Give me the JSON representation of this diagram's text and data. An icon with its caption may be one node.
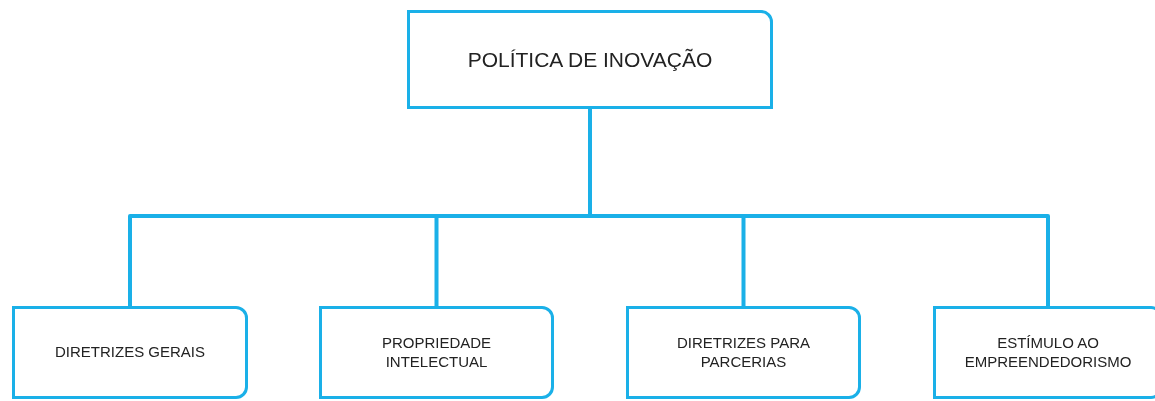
{
  "diagram": {
    "nodes": [
      {
        "text": [
          "POLÍTICA DE INOVAÇÃO"
        ]
      },
      {
        "text": [
          "DIRETRIZES GERAIS"
        ]
      },
      {
        "text": [
          "PROPRIEDADE INTELECTUAL"
        ]
      },
      {
        "text": [
          "DIRETRIZES PARA PARCERIAS"
        ]
      },
      {
        "text": [
          "ESTÍMULO AO EMPREENDEDORISMO"
        ]
      }
    ],
    "edges": [
      {
        "from": 0,
        "to": 1,
        "arrow": "none"
      },
      {
        "from": 0,
        "to": 2,
        "arrow": "none"
      },
      {
        "from": 0,
        "to": 3,
        "arrow": "none"
      },
      {
        "from": 0,
        "to": 4,
        "arrow": "none"
      }
    ]
  }
}
